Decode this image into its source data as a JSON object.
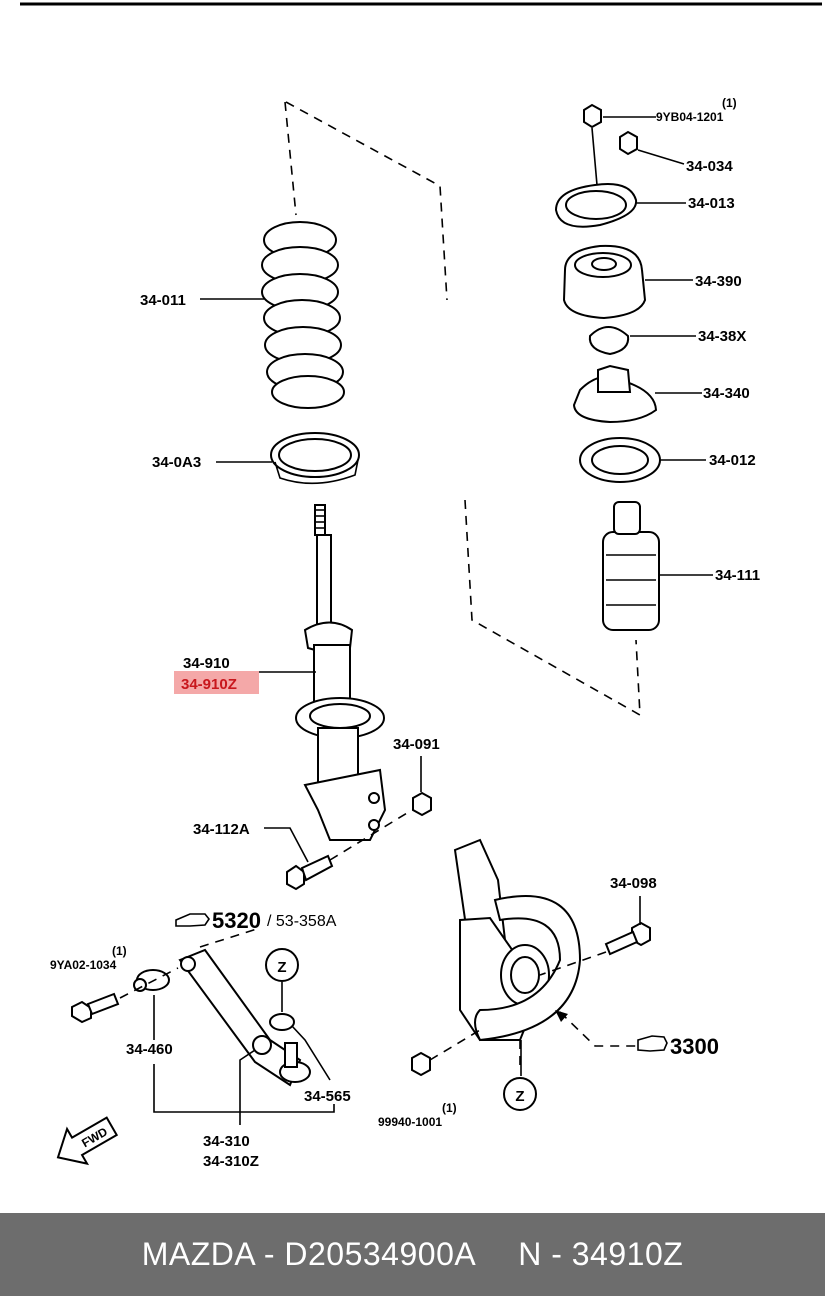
{
  "callouts": {
    "p_9yb04_qty": "(1)",
    "p_9yb04": "9YB04-1201",
    "p_34_034": "34-034",
    "p_34_013": "34-013",
    "p_34_390": "34-390",
    "p_34_38x": "34-38X",
    "p_34_340": "34-340",
    "p_34_012": "34-012",
    "p_34_111": "34-111",
    "p_34_011": "34-011",
    "p_34_0a3": "34-0A3",
    "p_34_910": "34-910",
    "p_34_910z": "34-910Z",
    "p_34_091": "34-091",
    "p_34_112a": "34-112A",
    "p_34_098": "34-098",
    "p_9ya02_qty": "(1)",
    "p_9ya02": "9YA02-1034",
    "p_34_460": "34-460",
    "p_34_310": "34-310",
    "p_34_310z": "34-310Z",
    "p_34_565": "34-565",
    "p_99940_qty": "(1)",
    "p_99940": "99940-1001"
  },
  "references": {
    "ref_5320": "5320",
    "ref_53_358a": "/ 53-358A",
    "ref_3300": "3300",
    "marker_z": "Z"
  },
  "direction_badge": "FWD",
  "highlight": {
    "part": "34-910Z",
    "color": "#f4a8a8",
    "text_color": "#c8171d"
  },
  "footer": {
    "brand": "MAZDA",
    "part_code": "D20534900A",
    "ref_prefix": "N",
    "ref_number": "34910Z",
    "background": "#6d6d6d"
  }
}
